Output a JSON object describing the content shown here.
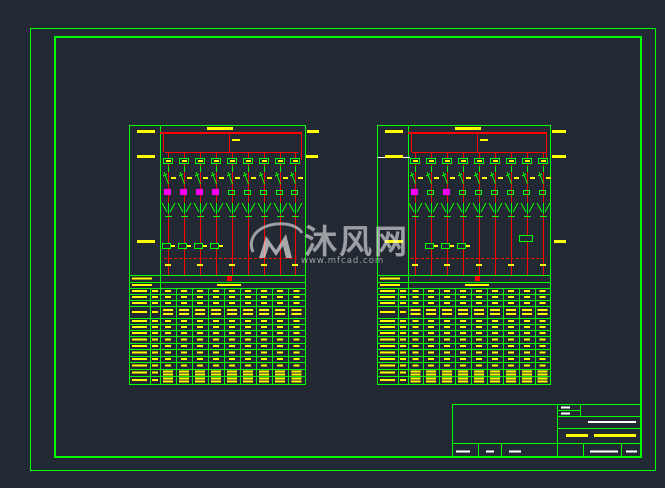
{
  "watermark": {
    "brand": "沐风网",
    "url": "www.mfcad.com",
    "logo_icon": "mfcad-logo-icon"
  },
  "icons": {
    "switch": "disconnect-switch-symbol",
    "transformer": "current-transformer-symbol"
  },
  "colors": {
    "background": "#232932",
    "frame": "#00ff00",
    "busbar": "#ff0000",
    "text": "#ffff00",
    "accent": "#ff00ff",
    "white": "#ffffff"
  }
}
